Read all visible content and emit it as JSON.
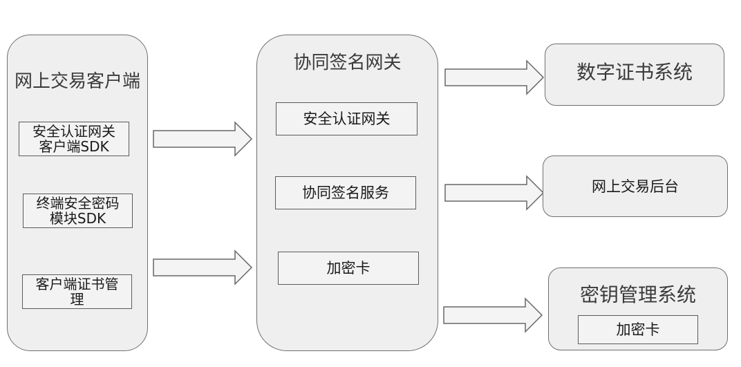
{
  "client": {
    "title": "网上交易客户端",
    "modules": [
      "安全认证网关\n客户端SDK",
      "终端安全密码\n模块SDK",
      "客户端证书管\n理"
    ]
  },
  "gateway": {
    "title": "协同签名网关",
    "modules": [
      "安全认证网关",
      "协同签名服务",
      "加密卡"
    ]
  },
  "cert_system": {
    "title": "数字证书系统"
  },
  "trade_backend": {
    "title": "网上交易后台"
  },
  "key_system": {
    "title": "密钥管理系统",
    "modules": [
      "加密卡"
    ]
  }
}
